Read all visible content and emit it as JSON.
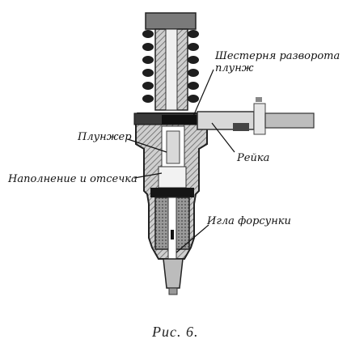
{
  "labels": {
    "gear_line1": "Шестерня разворота",
    "gear_line2": "плунж",
    "plunger": "Плунжер",
    "rack": "Рейка",
    "fill_cutoff": "Наполнение и отсечка",
    "needle": "Игла форсунки"
  },
  "caption": "Рис. 6."
}
